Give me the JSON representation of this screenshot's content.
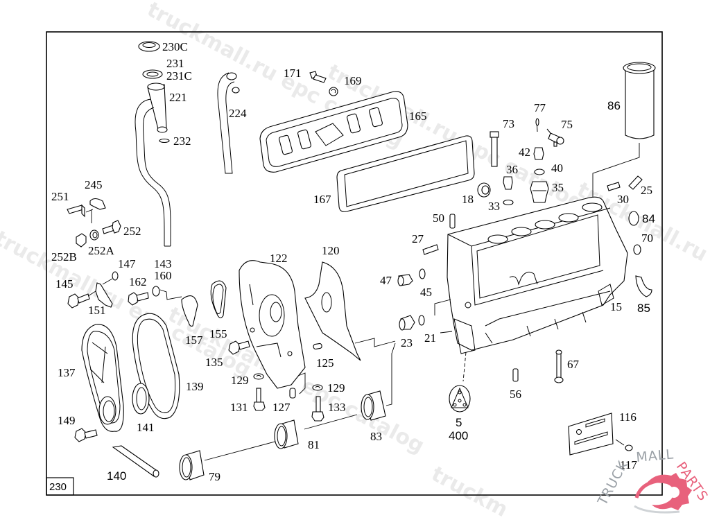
{
  "diagram": {
    "page_number": "230",
    "watermarks": [
      "truckmall.ru epc catalog",
      "truckmall.ru epc catalog",
      "truckmall.ru epc catalog",
      "truckmall.ru epc catalog"
    ],
    "brand": {
      "prefix": "TRUCK",
      "middle": "MALL",
      "suffix": "PARTS",
      "accent_color": "#e8617c"
    },
    "callouts": {
      "c230C": "230C",
      "c231": "231",
      "c231C": "231C",
      "c221": "221",
      "c232": "232",
      "c224": "224",
      "c171": "171",
      "c169": "169",
      "c165": "165",
      "c167": "167",
      "c73": "73",
      "c77": "77",
      "c75": "75",
      "c42": "42",
      "c40": "40",
      "c36": "36",
      "c35": "35",
      "c18": "18",
      "c33": "33",
      "c86": "86",
      "c25": "25",
      "c30": "30",
      "c84": "84",
      "c70": "70",
      "c85": "85",
      "c15": "15",
      "c50": "50",
      "c27": "27",
      "c47": "47",
      "c45": "45",
      "c23": "23",
      "c21": "21",
      "c251": "251",
      "c245": "245",
      "c252": "252",
      "c252A": "252A",
      "c252B": "252B",
      "c147": "147",
      "c143": "143",
      "c160": "160",
      "c145": "145",
      "c162": "162",
      "c151": "151",
      "c122": "122",
      "c120": "120",
      "c157": "157",
      "c155": "155",
      "c135": "135",
      "c125": "125",
      "c129a": "129",
      "c129b": "129",
      "c131": "131",
      "c127": "127",
      "c133": "133",
      "c137": "137",
      "c139": "139",
      "c141": "141",
      "c149": "149",
      "c140": "140",
      "c79": "79",
      "c81": "81",
      "c83": "83",
      "c5": "5",
      "c400": "400",
      "c56": "56",
      "c67": "67",
      "c116": "116",
      "c117": "117"
    }
  }
}
